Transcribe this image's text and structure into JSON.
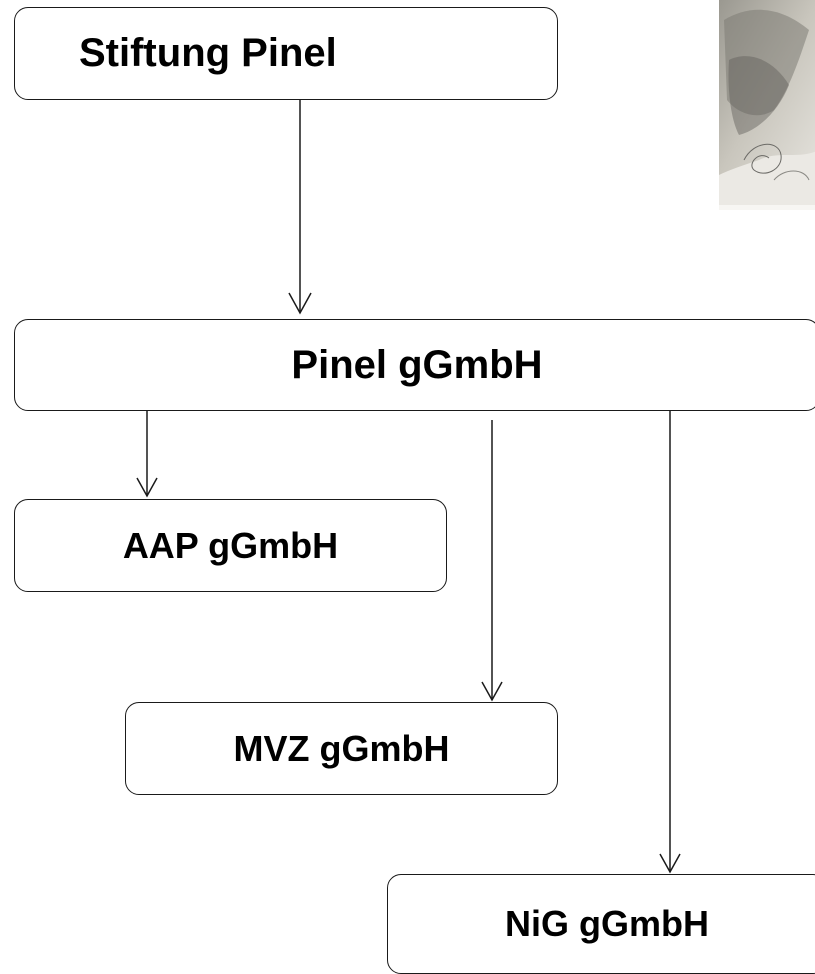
{
  "diagram": {
    "nodes": {
      "stiftung": "Stiftung Pinel",
      "pinel": "Pinel gGmbH",
      "aap": "AAP gGmbH",
      "mvz": "MVZ gGmbH",
      "nig": "NiG gGmbH"
    },
    "edges": [
      {
        "from": "Stiftung Pinel",
        "to": "Pinel gGmbH"
      },
      {
        "from": "Pinel gGmbH",
        "to": "AAP gGmbH"
      },
      {
        "from": "Pinel gGmbH",
        "to": "MVZ gGmbH"
      },
      {
        "from": "Pinel gGmbH",
        "to": "NiG gGmbH"
      }
    ],
    "colors": {
      "line": "#1a1a1a",
      "text": "#000000",
      "background": "#ffffff"
    }
  },
  "portrait": {
    "icon": "portrait-engraving-image"
  }
}
